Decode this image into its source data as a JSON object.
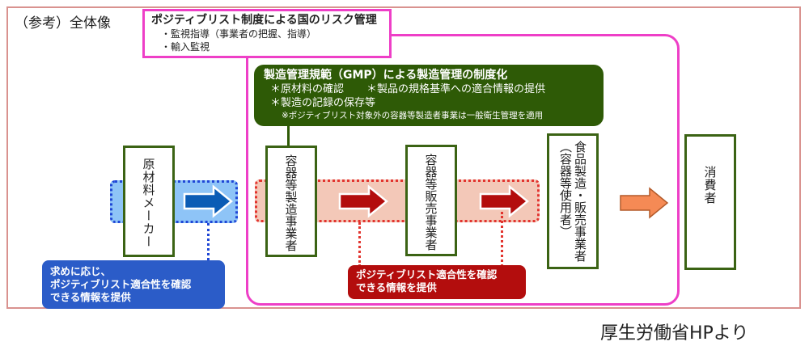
{
  "header": {
    "overview_title": "（参考）全体像"
  },
  "risk_management": {
    "title": "ポジティブリスト制度による国のリスク管理",
    "items": [
      "・監視指導（事業者の把握、指導）",
      "・輸入監視"
    ]
  },
  "gmp": {
    "title": "製造管理規範（GMP）による製造管理の制度化",
    "items": [
      "＊原材料の確認",
      "＊製品の規格基準への適合情報の提供",
      "＊製造の記録の保存等"
    ],
    "note": "※ポジティブリスト対象外の容器等製造者事業は一般衛生管理を適用"
  },
  "actors": {
    "raw_material_maker": "原材料メーカー",
    "container_manufacturer": "容器等製造事業者",
    "container_seller": "容器等販売事業者",
    "food_business": {
      "line1": "食品製造・販売事業者",
      "line2": "（容器等使用者）"
    },
    "consumer": "消費者"
  },
  "info_boxes": {
    "blue": [
      "求めに応じ、",
      "ポジティブリスト適合性を確認",
      "できる情報を提供"
    ],
    "red": [
      "ポジティブリスト適合性を確認",
      "できる情報を提供"
    ]
  },
  "source": "厚生労働省HPより",
  "colors": {
    "risk_border": "#ee3fc7",
    "gmp_bg": "#2e5a06",
    "actor_border": "#3b6314",
    "blue_arrow": "#0b5cb5",
    "red_arrow": "#b30d0d",
    "orange_arrow": "#f58a55",
    "blue_info": "#2b5cc8",
    "red_info": "#b30d0d",
    "outer_frame": "#d9928f"
  }
}
